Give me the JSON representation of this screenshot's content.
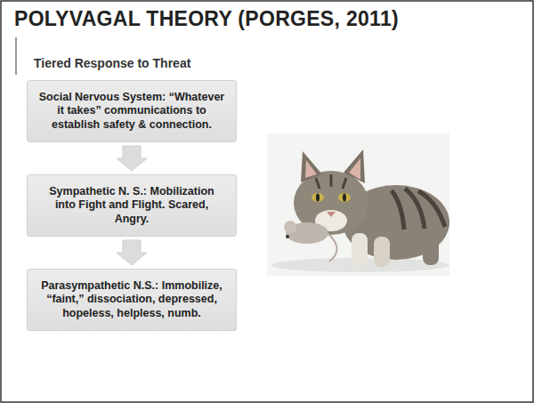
{
  "diagram": {
    "title": "POLYVAGAL THEORY (PORGES, 2011)",
    "nodes": [
      {
        "text": [
          "Social Nervous System: “Whatever it takes” communications to establish safety & connection."
        ]
      },
      {
        "text": [
          "Sympathetic N. S.: Mobilization into Fight and Flight. Scared, Angry."
        ]
      },
      {
        "text": [
          "Parasympathetic N.S.: Immobilize, “faint,” dissociation, depressed, hopeless, helpless, numb."
        ]
      }
    ],
    "edges": [
      {
        "from": 0,
        "to": 1,
        "arrow": "to"
      },
      {
        "from": 1,
        "to": 2,
        "arrow": "to"
      }
    ],
    "labels": [
      "Tiered Response to Threat"
    ]
  }
}
